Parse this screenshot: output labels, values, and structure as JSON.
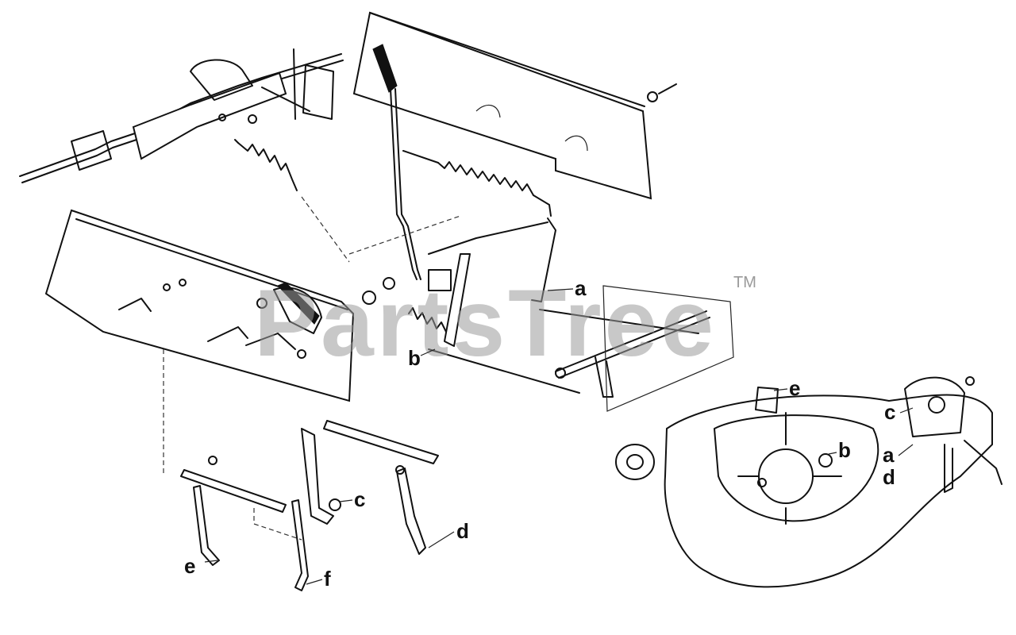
{
  "watermark": {
    "text": "PartsTree",
    "trademark": "TM"
  },
  "callouts": {
    "a_main": "a",
    "b_main": "b",
    "c_link": "c",
    "d_link": "d",
    "e_link": "e",
    "f_link": "f",
    "e_deck": "e",
    "b_deck": "b",
    "c_deck": "c",
    "a_deck": "a",
    "d_deck": "d"
  }
}
